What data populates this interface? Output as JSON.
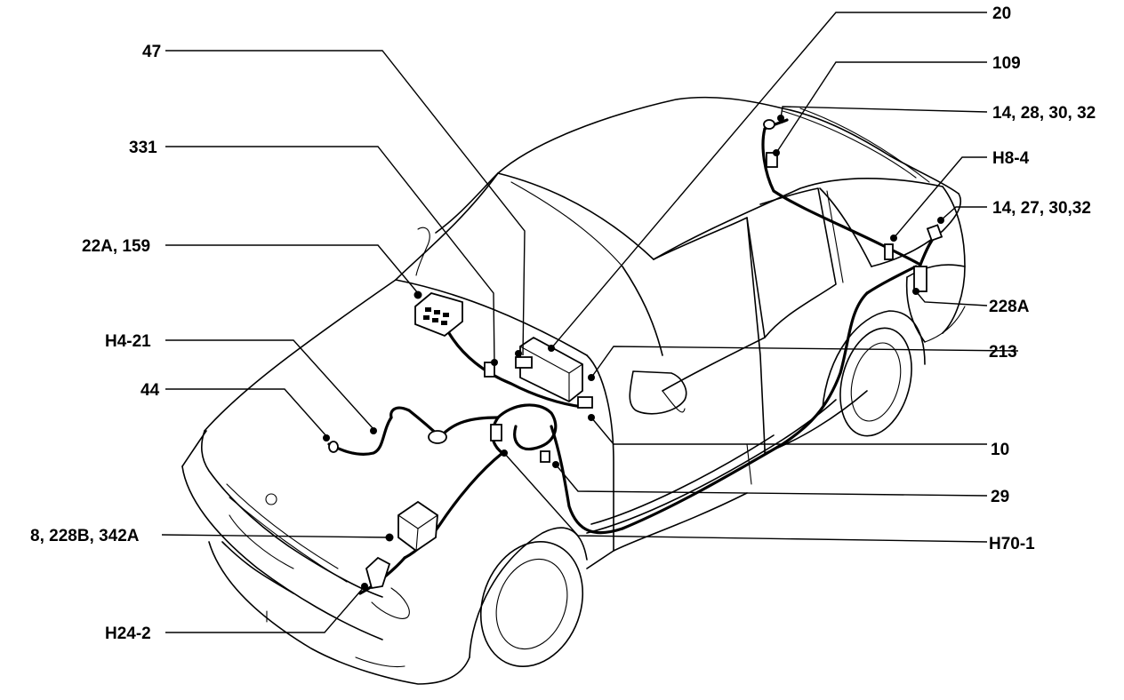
{
  "callouts": {
    "c20": "20",
    "c47": "47",
    "c109": "109",
    "c14_28_30_32": "14, 28, 30, 32",
    "c331": "331",
    "cH8_4": "H8-4",
    "c14_27_30_32": "14, 27, 30,32",
    "c22A_159": "22A, 159",
    "c228A": "228A",
    "cH4_21": "H4-21",
    "c213": "213",
    "c44": "44",
    "c10": "10",
    "c29": "29",
    "c8_228B_342A": "8, 228B, 342A",
    "cH70_1": "H70-1",
    "cH24_2": "H24-2"
  }
}
